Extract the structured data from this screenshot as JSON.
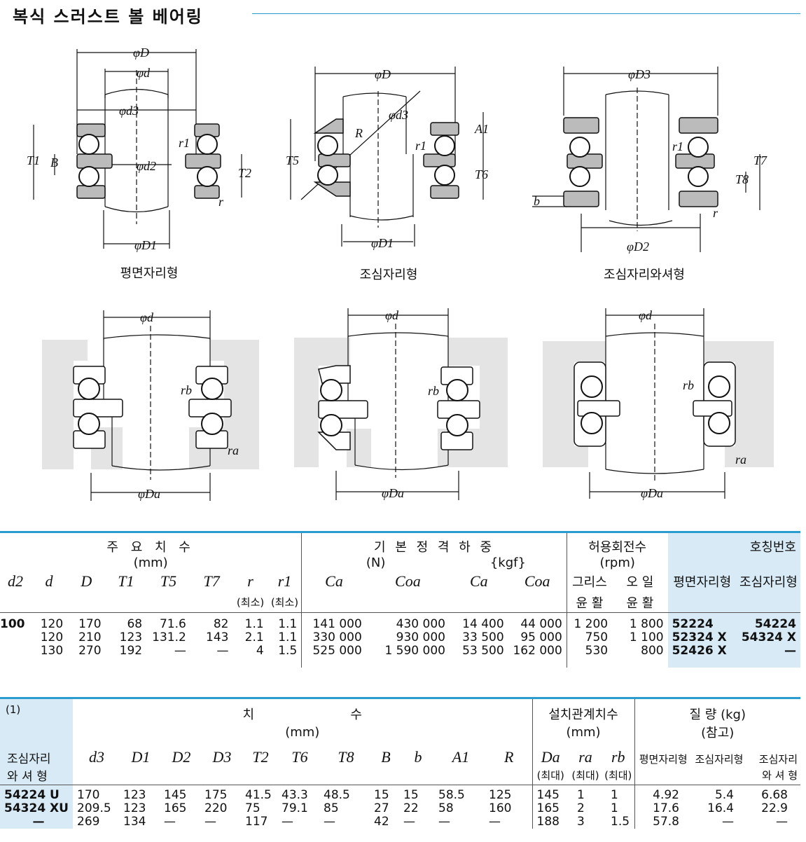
{
  "title": "복식 스러스트 볼 베어링",
  "captions": [
    "평면자리형",
    "조심자리형",
    "조심자리와셔형"
  ],
  "diagram_labels": {
    "fig1": [
      "φD",
      "φd",
      "φd3",
      "T1",
      "B",
      "r1",
      "φd2",
      "T2",
      "r",
      "φD1"
    ],
    "fig2": [
      "φD",
      "φd3",
      "R",
      "A1",
      "r1",
      "T5",
      "T6",
      "φD1"
    ],
    "fig3": [
      "φD3",
      "r1",
      "T7",
      "T8",
      "b",
      "r",
      "φD2"
    ],
    "fig4": [
      "φd",
      "rb",
      "ra",
      "φDa"
    ],
    "fig5": [
      "φd",
      "rb",
      "φDa"
    ],
    "fig6": [
      "φd",
      "rb",
      "ra",
      "φDa"
    ]
  },
  "table1": {
    "group_main": "주 요 치 수",
    "group_main_unit": "(mm)",
    "group_load": "기 본 정 격 하 중",
    "group_load_unit_n": "(N)",
    "group_load_unit_kgf": "{kgf}",
    "group_speed": "허용회전수",
    "group_speed_unit": "(rpm)",
    "group_code": "호칭번호",
    "cols": {
      "d2": "d2",
      "d": "d",
      "D": "D",
      "T1": "T1",
      "T5": "T5",
      "T7": "T7",
      "r": "r",
      "r1": "r1",
      "r_min": "(최소)",
      "r1_min": "(최소)",
      "Ca": "Ca",
      "Coa": "Coa",
      "Ca2": "Ca",
      "Coa2": "Coa",
      "grease1": "그리스",
      "grease2": "윤 활",
      "oil1": "오 일",
      "oil2": "윤 활",
      "flat": "평면자리형",
      "align": "조심자리형"
    },
    "d2_value": "100",
    "rows": [
      [
        "120",
        "170",
        "68",
        "71.6",
        "82",
        "1.1",
        "1.1",
        "141 000",
        "430 000",
        "14 400",
        "44 000",
        "1 200",
        "1 800",
        "52224",
        "54224"
      ],
      [
        "120",
        "210",
        "123",
        "131.2",
        "143",
        "2.1",
        "1.1",
        "330 000",
        "930 000",
        "33 500",
        "95 000",
        "750",
        "1 100",
        "52324 X",
        "54324 X"
      ],
      [
        "130",
        "270",
        "192",
        "—",
        "—",
        "4",
        "1.5",
        "525 000",
        "1 590 000",
        "53 500",
        "162 000",
        "530",
        "800",
        "52426 X",
        "—"
      ]
    ]
  },
  "table2": {
    "note": "(1)",
    "code_header1": "조심자리",
    "code_header2": "와 셔 형",
    "group_dim": "치                        수",
    "group_dim_unit": "(mm)",
    "group_inst": "설치관계치수",
    "group_inst_unit": "(mm)",
    "group_mass": "질 량 (kg)",
    "group_mass_note": "(참고)",
    "cols": {
      "d3": "d3",
      "D1": "D1",
      "D2": "D2",
      "D3": "D3",
      "T2": "T2",
      "T6": "T6",
      "T8": "T8",
      "B": "B",
      "b": "b",
      "A1": "A1",
      "R": "R",
      "Da": "Da",
      "ra": "ra",
      "rb": "rb",
      "max1": "(최대)",
      "max2": "(최대)",
      "max3": "(최대)",
      "m_flat": "평면자리형",
      "m_align": "조심자리형",
      "m_washer1": "조심자리",
      "m_washer2": "와 셔 형"
    },
    "rows": [
      [
        "54224 U",
        "170",
        "123",
        "145",
        "175",
        "41.5",
        "43.3",
        "48.5",
        "15",
        "15",
        "58.5",
        "125",
        "145",
        "1",
        "1",
        "4.92",
        "5.4",
        "6.68"
      ],
      [
        "54324 XU",
        "209.5",
        "123",
        "165",
        "220",
        "75",
        "79.1",
        "85",
        "27",
        "22",
        "58",
        "160",
        "165",
        "2",
        "1",
        "17.6",
        "16.4",
        "22.9"
      ],
      [
        "—",
        "269",
        "134",
        "—",
        "—",
        "117",
        "—",
        "—",
        "42",
        "—",
        "—",
        "—",
        "188",
        "3",
        "1.5",
        "57.8",
        "—",
        "—"
      ]
    ]
  }
}
